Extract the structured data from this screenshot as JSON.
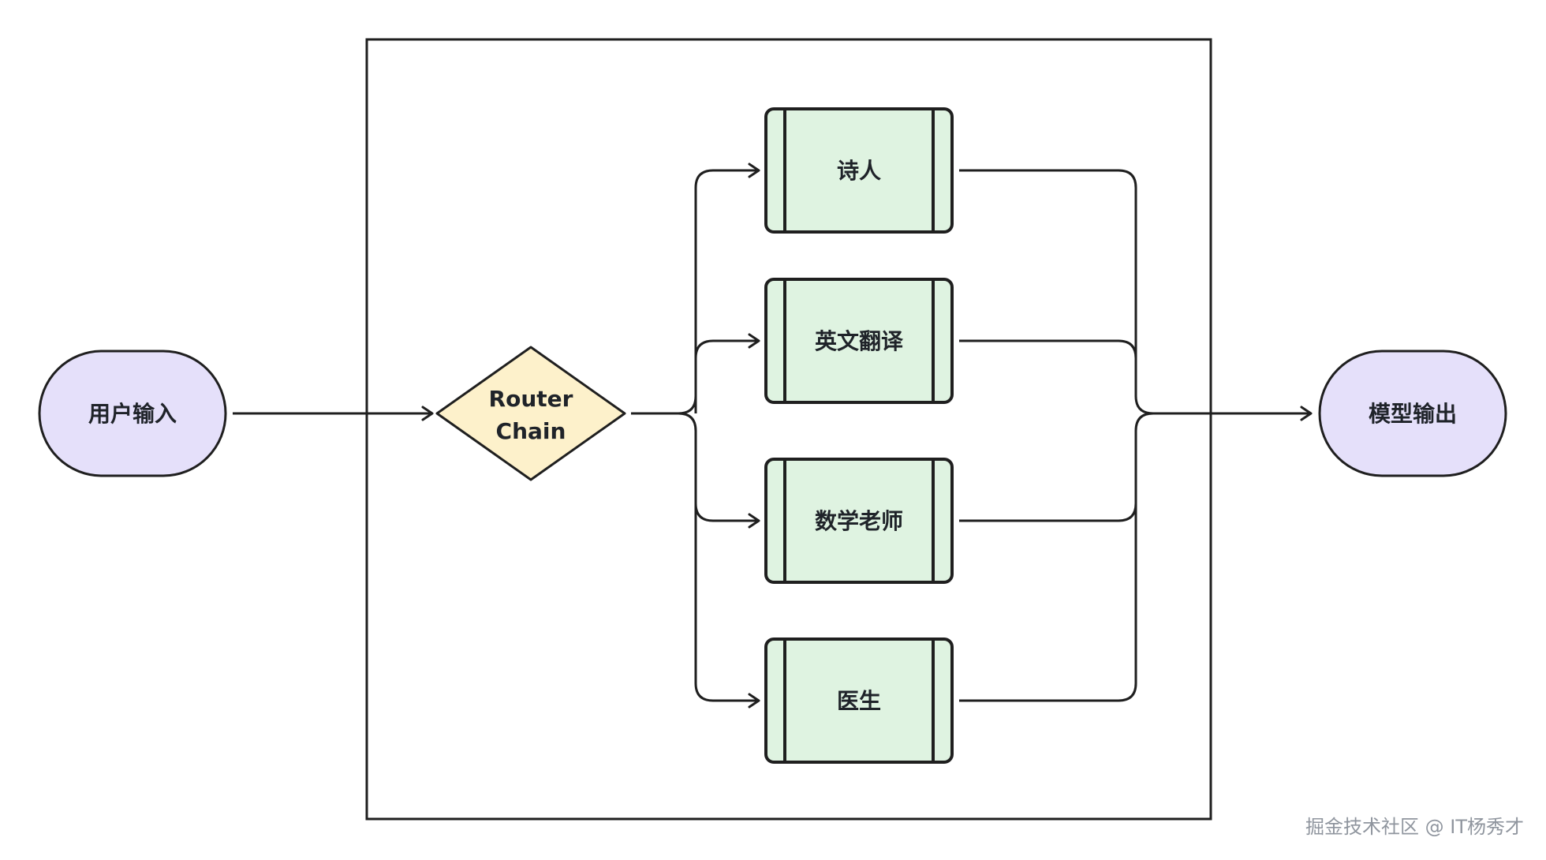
{
  "diagram": {
    "input": {
      "label": "用户输入"
    },
    "router": {
      "line1": "Router",
      "line2": "Chain"
    },
    "chains": [
      {
        "label": "诗人"
      },
      {
        "label": "英文翻译"
      },
      {
        "label": "数学老师"
      },
      {
        "label": "医生"
      }
    ],
    "output": {
      "label": "模型输出"
    }
  },
  "watermark": "掘金技术社区 @ IT杨秀才",
  "colors": {
    "stroke": "#1f1f1f",
    "terminal_fill": "#e5e0fa",
    "router_fill": "#fdf1cb",
    "chain_fill": "#dff3e1",
    "watermark": "#8f959e"
  }
}
